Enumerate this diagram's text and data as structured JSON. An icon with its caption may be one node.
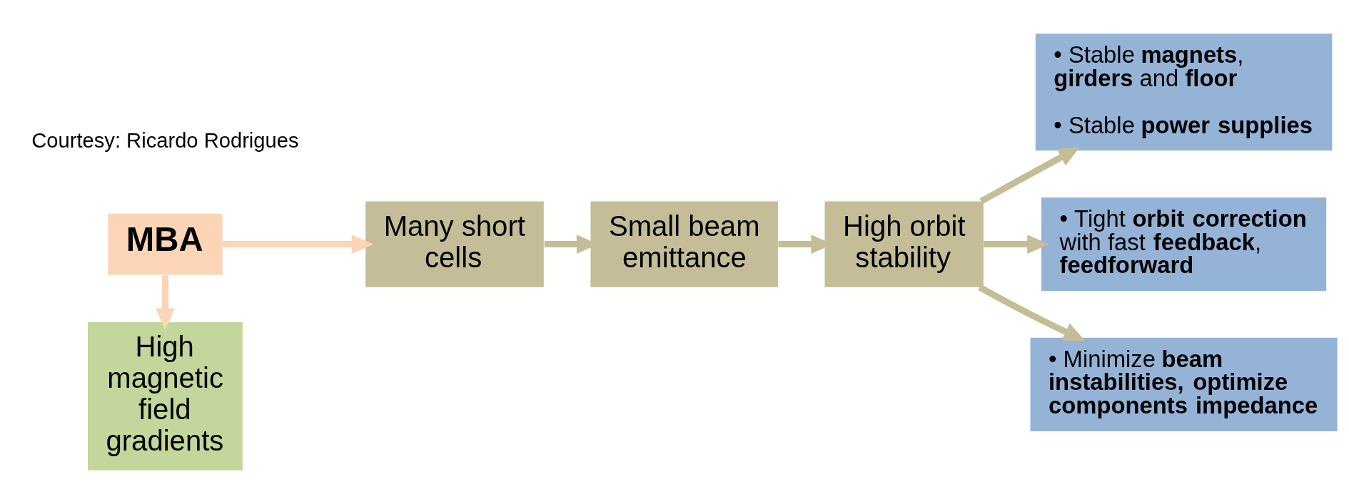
{
  "diagram": {
    "nodes": [
      {
        "text": [
          "MBA"
        ]
      },
      {
        "text": [
          "Many short cells"
        ]
      },
      {
        "text": [
          "Small beam emittance"
        ]
      },
      {
        "text": [
          "High orbit stability"
        ]
      },
      {
        "text": [
          "• Stable **magnets**, **girders** and **floor**",
          "• Stable **power supplies**"
        ]
      },
      {
        "text": [
          "• Tight **orbit correction** with fast **feedback**, **feedforward**"
        ]
      },
      {
        "text": [
          "• Minimize **beam instabilities, optimize components impedance**"
        ]
      },
      {
        "text": [
          "High magnetic field gradients"
        ]
      }
    ],
    "edges": [
      {
        "from": 0,
        "to": 1,
        "arrow": "to",
        "color": "#fbd5b5"
      },
      {
        "from": 1,
        "to": 2,
        "arrow": "to"
      },
      {
        "from": 2,
        "to": 3,
        "arrow": "to"
      },
      {
        "from": 3,
        "to": 4,
        "arrow": "to"
      },
      {
        "from": 3,
        "to": 5,
        "arrow": "to"
      },
      {
        "from": 3,
        "to": 6,
        "arrow": "to"
      },
      {
        "from": 0,
        "to": 7,
        "arrow": "to",
        "color": "#fbd5b5"
      }
    ],
    "labels": [
      "Courtesy: Ricardo Rodrigues"
    ]
  }
}
